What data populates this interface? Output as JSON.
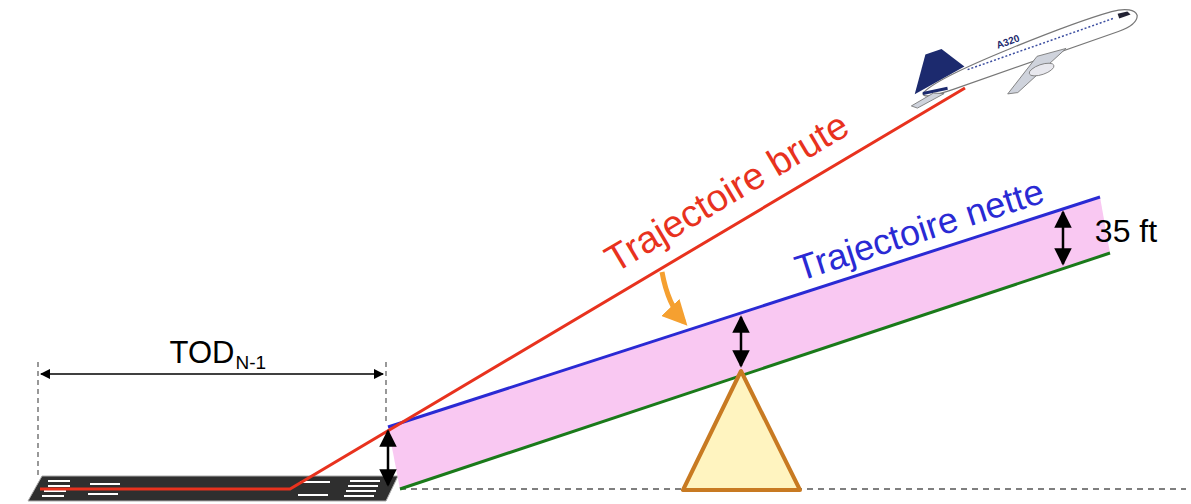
{
  "diagram": {
    "labels": [
      "Trajectoire brute",
      "Trajectoire nette",
      "35 ft",
      "TOD",
      "N-1",
      "A320"
    ]
  }
}
